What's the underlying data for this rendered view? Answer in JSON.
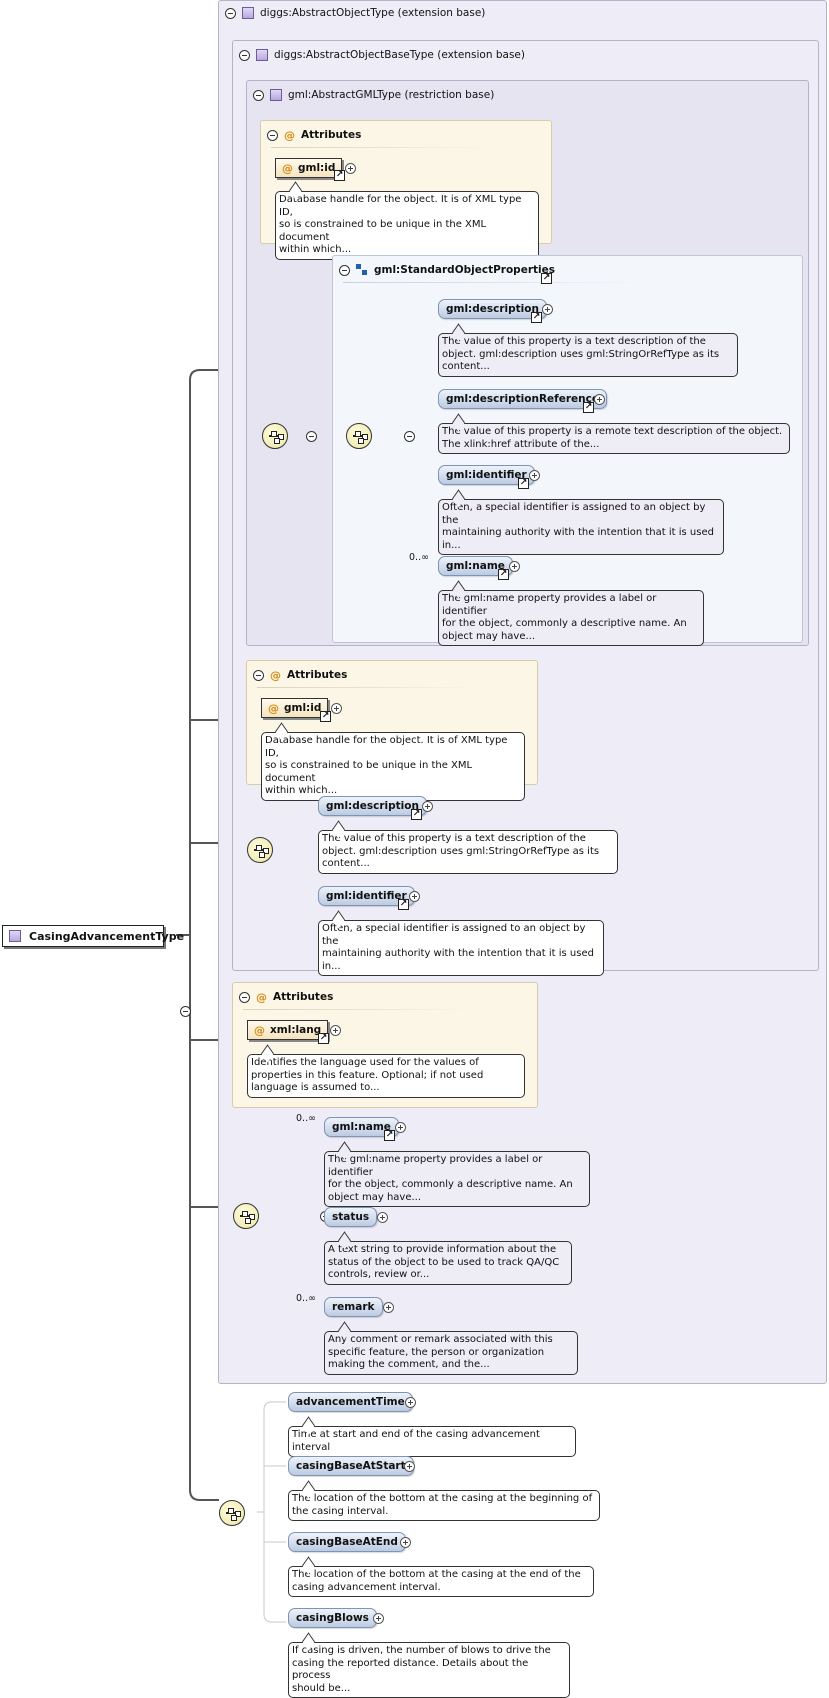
{
  "root": {
    "name": "CasingAdvancementType"
  },
  "ext1": {
    "title": "diggs:AbstractObjectType (extension base)"
  },
  "ext2": {
    "title": "diggs:AbstractObjectBaseType (extension base)"
  },
  "ext3": {
    "title": "gml:AbstractGMLType (restriction base)"
  },
  "attrs_label": "Attributes",
  "attrs1": {
    "name": "gml:id",
    "doc": [
      "Database handle for the object. It is of XML type ID,",
      "so is constrained to be unique in the XML document",
      "within which..."
    ]
  },
  "stdprops": {
    "title": "gml:StandardObjectProperties",
    "items": [
      {
        "name": "gml:description",
        "card": "",
        "doc": [
          "The value of this property is a text description of the",
          "object. gml:description uses gml:StringOrRefType as its",
          "content..."
        ]
      },
      {
        "name": "gml:descriptionReference",
        "card": "",
        "doc": [
          "The value of this property is a remote text description of the object.",
          "The xlink:href attribute of the..."
        ]
      },
      {
        "name": "gml:identifier",
        "card": "",
        "doc": [
          "Often, a special identifier is assigned to an object by the",
          "maintaining authority with the intention that it is used",
          "in..."
        ]
      },
      {
        "name": "gml:name",
        "card": "0..∞",
        "doc": [
          "The gml:name property provides a label or identifier",
          "for the object, commonly a descriptive name. An",
          "object may have..."
        ]
      }
    ]
  },
  "attrs2": {
    "name": "gml:id",
    "doc": [
      "Database handle for the object. It is of XML type ID,",
      "so is constrained to be unique in the XML document",
      "within which..."
    ]
  },
  "seq2": [
    {
      "name": "gml:description",
      "doc": [
        "The value of this property is a text description of the",
        "object. gml:description uses gml:StringOrRefType as its",
        "content..."
      ]
    },
    {
      "name": "gml:identifier",
      "doc": [
        "Often, a special identifier is assigned to an object by the",
        "maintaining authority with the intention that it is used",
        "in..."
      ]
    }
  ],
  "attrs3": {
    "name": "xml:lang",
    "doc": [
      "Identifies the language used for the values of",
      "properties in this feature. Optional; if not used",
      "language is assumed to..."
    ]
  },
  "seq3": [
    {
      "name": "gml:name",
      "card": "0..∞",
      "doc": [
        "The gml:name property provides a label or identifier",
        "for the object, commonly a descriptive name. An",
        "object may have..."
      ]
    },
    {
      "name": "status",
      "card": "",
      "doc": [
        "A text string to provide information about the",
        "status of the object to be used to track QA/QC",
        "controls, review or..."
      ]
    },
    {
      "name": "remark",
      "card": "0..∞",
      "doc": [
        "Any comment or remark associated with this",
        "specific feature, the person or organization",
        "making the comment, and the..."
      ]
    }
  ],
  "seq4": [
    {
      "name": "advancementTime",
      "doc": [
        "Time at start and end of the casing advancement interval"
      ]
    },
    {
      "name": "casingBaseAtStart",
      "doc": [
        "The location of the bottom at the casing at the beginning of",
        "the casing interval."
      ]
    },
    {
      "name": "casingBaseAtEnd",
      "doc": [
        "The location of the bottom at the casing at the end of the",
        "casing advancement interval."
      ]
    },
    {
      "name": "casingBlows",
      "doc": [
        "If casing is driven, the number of blows to drive the",
        "casing the reported distance. Details about the process",
        "should be..."
      ]
    }
  ]
}
